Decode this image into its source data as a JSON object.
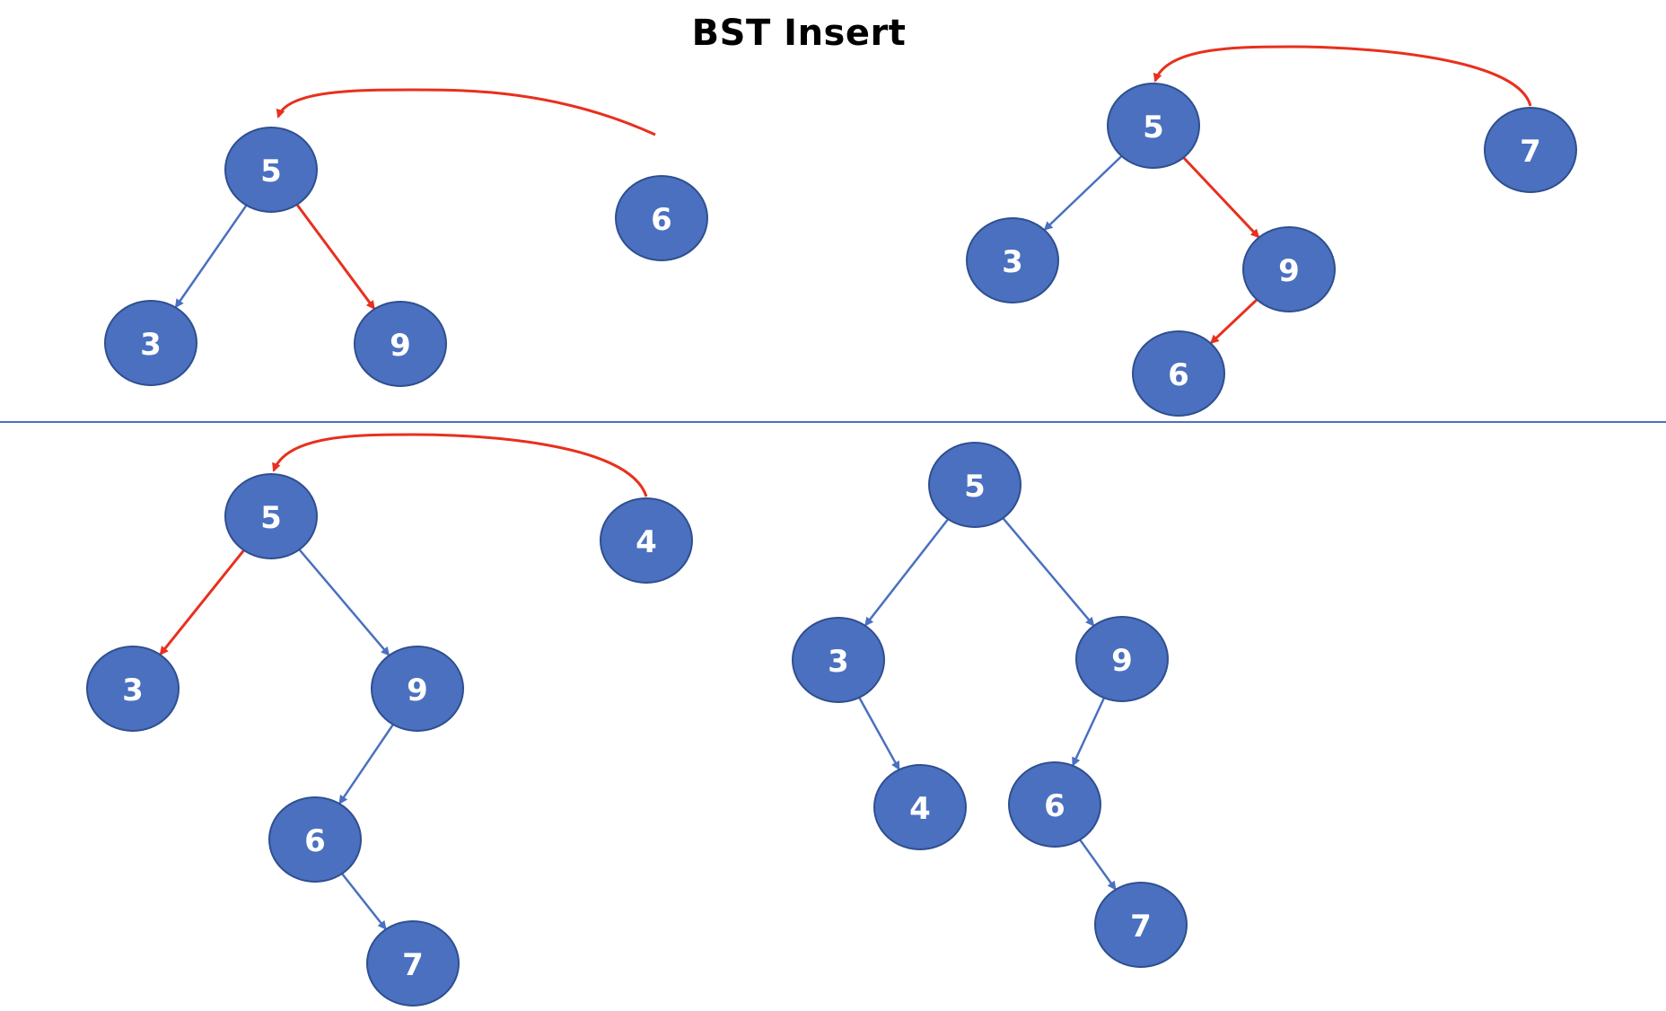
{
  "title": "BST Insert",
  "colors": {
    "node_fill": "#4a70bf",
    "edge": "#4a70bf",
    "path": "#e8301e",
    "divider": "#4a70bf"
  },
  "panels": [
    {
      "id": "top-left",
      "nodes": [
        {
          "id": "tl-n5",
          "label": "5"
        },
        {
          "id": "tl-n3",
          "label": "3"
        },
        {
          "id": "tl-n9",
          "label": "9"
        },
        {
          "id": "tl-n6",
          "label": "6"
        }
      ],
      "edges": [
        {
          "from": "tl-n5",
          "to": "tl-n3",
          "highlight": false
        },
        {
          "from": "tl-n5",
          "to": "tl-n9",
          "highlight": true
        }
      ],
      "insert": {
        "from": "tl-n6",
        "to": "tl-n5"
      }
    },
    {
      "id": "top-right",
      "nodes": [
        {
          "id": "tr-n5",
          "label": "5"
        },
        {
          "id": "tr-n3",
          "label": "3"
        },
        {
          "id": "tr-n9",
          "label": "9"
        },
        {
          "id": "tr-n6",
          "label": "6"
        },
        {
          "id": "tr-n7",
          "label": "7"
        }
      ],
      "edges": [
        {
          "from": "tr-n5",
          "to": "tr-n3",
          "highlight": false
        },
        {
          "from": "tr-n5",
          "to": "tr-n9",
          "highlight": true
        },
        {
          "from": "tr-n9",
          "to": "tr-n6",
          "highlight": true
        }
      ],
      "insert": {
        "from": "tr-n7",
        "to": "tr-n5"
      }
    },
    {
      "id": "bottom-left",
      "nodes": [
        {
          "id": "bl-n5",
          "label": "5"
        },
        {
          "id": "bl-n3",
          "label": "3"
        },
        {
          "id": "bl-n9",
          "label": "9"
        },
        {
          "id": "bl-n6",
          "label": "6"
        },
        {
          "id": "bl-n7",
          "label": "7"
        },
        {
          "id": "bl-n4",
          "label": "4"
        }
      ],
      "edges": [
        {
          "from": "bl-n5",
          "to": "bl-n3",
          "highlight": true
        },
        {
          "from": "bl-n5",
          "to": "bl-n9",
          "highlight": false
        },
        {
          "from": "bl-n9",
          "to": "bl-n6",
          "highlight": false
        },
        {
          "from": "bl-n6",
          "to": "bl-n7",
          "highlight": false
        }
      ],
      "insert": {
        "from": "bl-n4",
        "to": "bl-n5"
      }
    },
    {
      "id": "bottom-right",
      "nodes": [
        {
          "id": "br-n5",
          "label": "5"
        },
        {
          "id": "br-n3",
          "label": "3"
        },
        {
          "id": "br-n9",
          "label": "9"
        },
        {
          "id": "br-n4",
          "label": "4"
        },
        {
          "id": "br-n6",
          "label": "6"
        },
        {
          "id": "br-n7",
          "label": "7"
        }
      ],
      "edges": [
        {
          "from": "br-n5",
          "to": "br-n3",
          "highlight": false
        },
        {
          "from": "br-n5",
          "to": "br-n9",
          "highlight": false
        },
        {
          "from": "br-n3",
          "to": "br-n4",
          "highlight": false
        },
        {
          "from": "br-n9",
          "to": "br-n6",
          "highlight": false
        },
        {
          "from": "br-n6",
          "to": "br-n7",
          "highlight": false
        }
      ],
      "insert": null
    }
  ]
}
